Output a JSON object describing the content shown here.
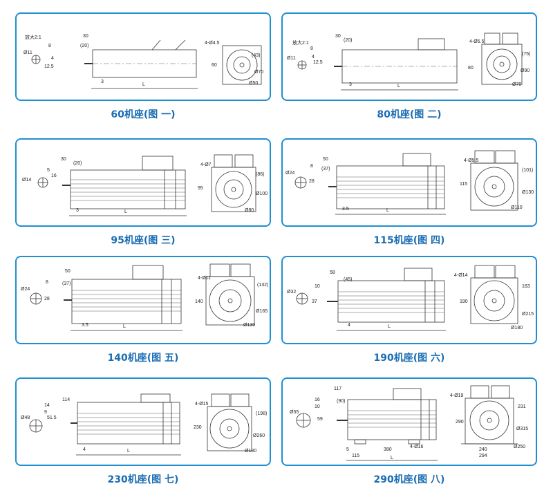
{
  "frames": [
    {
      "id": "60",
      "caption": "60机座(图 一)",
      "zoom": "放大2:1",
      "shaft_d": "Ø11",
      "key_w": "4",
      "key_h": "12.5",
      "key_off": "8",
      "flange_len": "30",
      "flange_ref": "(20)",
      "height": "60",
      "step": "3",
      "length": "L",
      "bolt": "4-Ø4.5",
      "box": "(43)",
      "pcd": "Ø70",
      "spigot": "Ø50"
    },
    {
      "id": "80",
      "caption": "80机座(图 二)",
      "zoom": "放大2:1",
      "shaft_d": "Ø11",
      "key_w": "4",
      "key_h": "12.5",
      "key_off": "8",
      "flange_len": "30",
      "flange_ref": "(20)",
      "height": "80",
      "step": "3",
      "length": "L",
      "bolt": "4-Ø5.5",
      "box": "(75)",
      "pcd": "Ø90",
      "spigot": "Ø70"
    },
    {
      "id": "95",
      "caption": "95机座(图 三)",
      "shaft_d": "Ø14",
      "key_w": "5",
      "key_h": "16",
      "key_off": "",
      "flange_len": "30",
      "flange_ref": "(20)",
      "height": "95",
      "step": "3",
      "length": "L",
      "bolt": "4-Ø7",
      "box": "(86)",
      "pcd": "Ø100",
      "spigot": "Ø80"
    },
    {
      "id": "115",
      "caption": "115机座(图 四)",
      "shaft_d": "Ø24",
      "key_w": "8",
      "key_h": "28",
      "key_off": "",
      "flange_len": "50",
      "flange_ref": "(37)",
      "height": "115",
      "step": "3.5",
      "length": "L",
      "bolt": "4-Ø9.5",
      "box": "(101)",
      "pcd": "Ø130",
      "spigot": "Ø110"
    },
    {
      "id": "140",
      "caption": "140机座(图 五)",
      "shaft_d": "Ø24",
      "key_w": "8",
      "key_h": "28",
      "key_off": "",
      "flange_len": "50",
      "flange_ref": "(37)",
      "height": "140",
      "step": "3.5",
      "length": "L",
      "bolt": "4-Ø11",
      "box": "(132)",
      "pcd": "Ø165",
      "spigot": "Ø130"
    },
    {
      "id": "190",
      "caption": "190机座(图 六)",
      "shaft_d": "Ø32",
      "key_w": "10",
      "key_h": "37",
      "key_off": "",
      "flange_len": "58",
      "flange_ref": "(45)",
      "height": "190",
      "step": "4",
      "length": "L",
      "bolt": "4-Ø14",
      "box": "163",
      "pcd": "Ø215",
      "spigot": "Ø180"
    },
    {
      "id": "230",
      "caption": "230机座(图 七)",
      "shaft_d": "Ø48",
      "key_w": "14",
      "key_h": "51.5",
      "key_off": "9",
      "flange_len": "114",
      "flange_ref": "",
      "height": "230",
      "step": "4",
      "length": "L",
      "bolt": "4-Ø15",
      "box": "(198)",
      "pcd": "Ø260",
      "spigot": "Ø180"
    },
    {
      "id": "290",
      "caption": "290机座(图 八)",
      "shaft_d": "Ø55",
      "key_w": "16",
      "key_h": "59",
      "key_off": "10",
      "flange_len": "117",
      "flange_ref": "(90)",
      "height": "290",
      "step": "5",
      "length": "L",
      "bolt": "4-Ø19",
      "box": "231",
      "pcd": "Ø315",
      "spigot": "Ø250",
      "foot_hole": "4-Ø16",
      "foot_span": "380",
      "foot_off": "115",
      "foot_w1": "240",
      "foot_w2": "294"
    }
  ]
}
